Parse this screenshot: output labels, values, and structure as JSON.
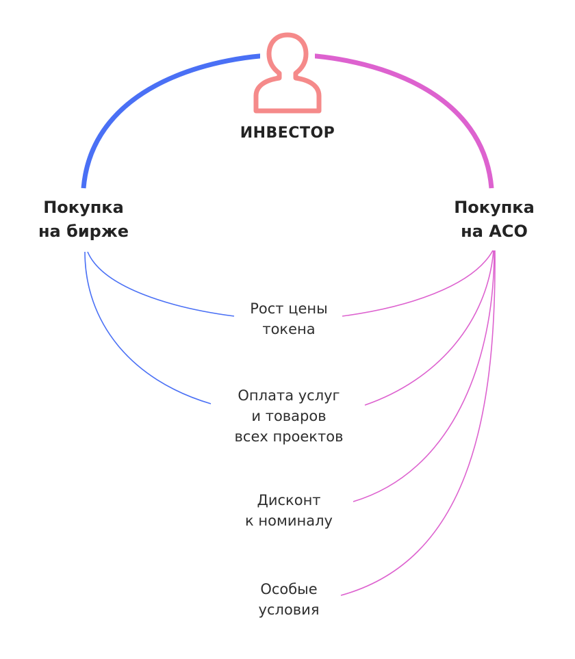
{
  "investor": {
    "title": "ИНВЕСТОР",
    "icon": "person-icon"
  },
  "sources": {
    "exchange": "Покупка\nна бирже",
    "aco": "Покупка\nна АСО"
  },
  "benefits": [
    {
      "text": "Рост цены\nтокена",
      "links": [
        "exchange",
        "aco"
      ]
    },
    {
      "text": "Оплата услуг\nи товаров\nвсех проектов",
      "links": [
        "exchange",
        "aco"
      ]
    },
    {
      "text": "Дисконт\nк номиналу",
      "links": [
        "aco"
      ]
    },
    {
      "text": "Особые\nусловия",
      "links": [
        "aco"
      ]
    }
  ],
  "colors": {
    "exchange": "#4a70f5",
    "aco": "#dd62cf",
    "icon": "#f58a8a",
    "text": "#2b2b2b"
  }
}
